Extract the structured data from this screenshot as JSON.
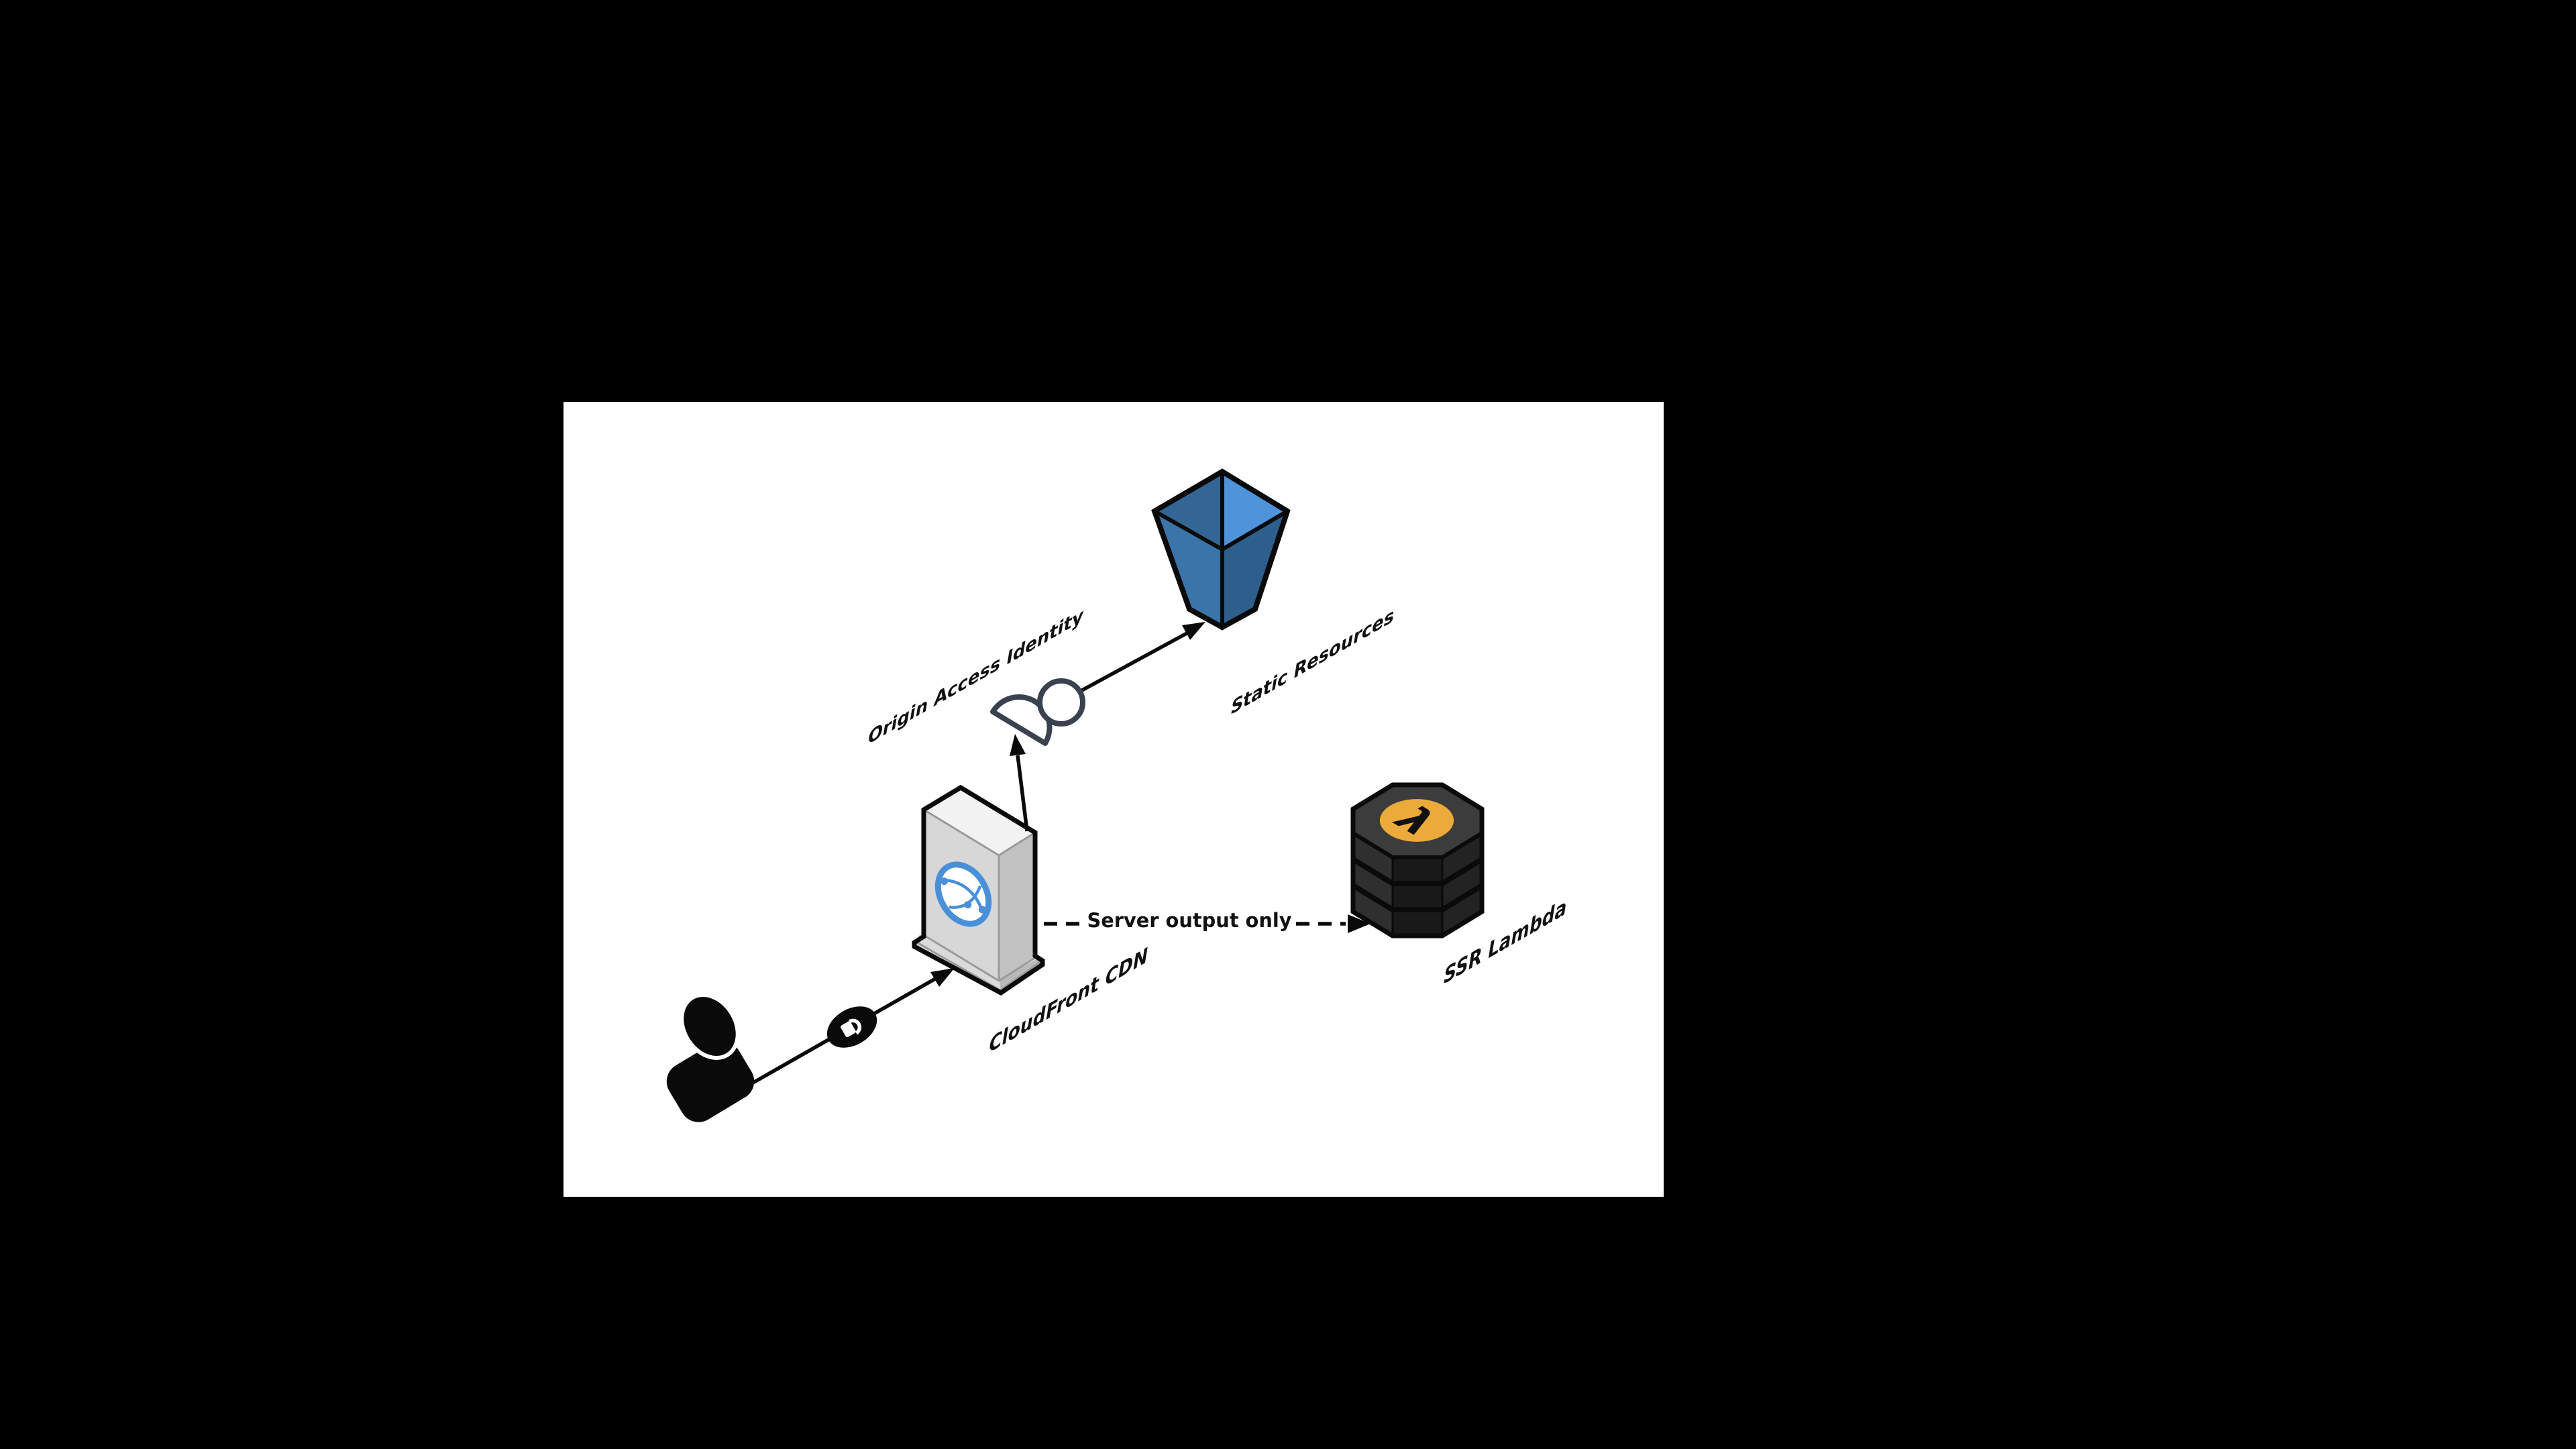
{
  "page": {
    "background": "#000000",
    "canvas_background": "#ffffff"
  },
  "labels": {
    "origin_access_identity": "Origin Access Identity",
    "static_resources": "Static Resources",
    "cloudfront_cdn": "CloudFront CDN",
    "ssr_lambda": "SSR Lambda",
    "server_output_only": "Server output only"
  },
  "icons": {
    "user": "user-silhouette",
    "lock": "padlock",
    "cloudfront": "server-tower-with-globe",
    "origin_access_identity": "person-outline",
    "s3_bucket": "bucket",
    "ssr_lambda": "hexagon-stack",
    "lambda_glyph": "λ"
  },
  "colors": {
    "ink": "#0a0a0a",
    "label_ink": "#111111",
    "bucket_top_left": "#336695",
    "bucket_top_right": "#4f94da",
    "bucket_front_left": "#3b74a8",
    "bucket_front_right": "#2e5f8c",
    "tower_top": "#f2f2f2",
    "tower_left": "#d7d7d7",
    "tower_right": "#c2c2c2",
    "tower_skirt_left": "#dadada",
    "tower_skirt_right": "#b9b9b9",
    "globe_blue": "#4a90d9",
    "oai_stroke": "#39424e",
    "lambda_top": "#3c3c3c",
    "lambda_side_left": "#2f2f2f",
    "lambda_side_front": "#191919",
    "lambda_side_right": "#232323",
    "lambda_orange": "#ecaa3b",
    "lambda_glyph_color": "#ffffff"
  }
}
